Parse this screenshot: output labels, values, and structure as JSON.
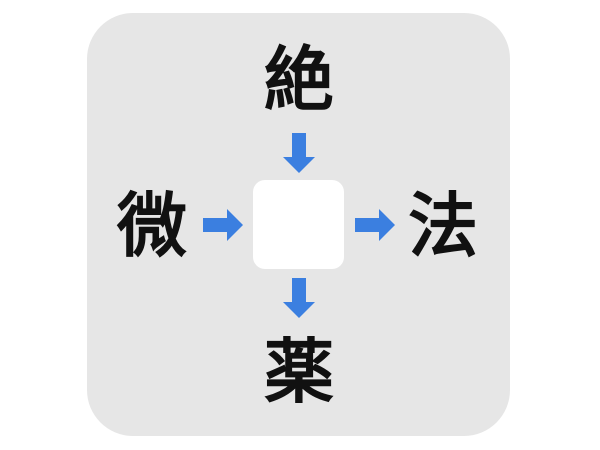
{
  "puzzle": {
    "top": "絶",
    "left": "微",
    "right": "法",
    "bottom": "薬",
    "answer_box": ""
  },
  "colors": {
    "panel": "#e6e6e6",
    "arrow": "#3b7fe0",
    "answer_box": "#ffffff",
    "text": "#111111"
  },
  "icons": {
    "arrow_top": "arrow-down-icon",
    "arrow_left": "arrow-right-icon",
    "arrow_right": "arrow-right-icon",
    "arrow_bottom": "arrow-down-icon"
  }
}
